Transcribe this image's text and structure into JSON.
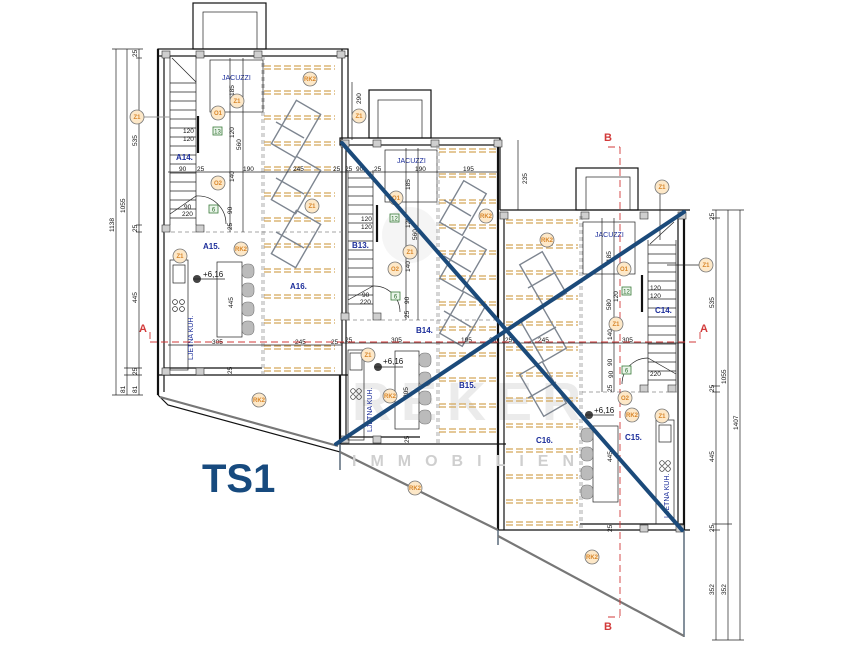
{
  "drawing": {
    "title": "TS1",
    "watermark": {
      "main": "REKER",
      "sub": "IMMOBILIEN"
    },
    "section_labels": {
      "a_left": "A",
      "a_right": "A",
      "b_top": "B",
      "b_bottom": "B"
    },
    "accent_color": "#174a7e",
    "section_color": "#d23a3a"
  },
  "units": {
    "a": {
      "rooms": [
        "A14.",
        "A15.",
        "A16."
      ],
      "jacuzzi": "JACUZZI",
      "kitchen": "LJETNA KUH.",
      "level": "+6,16",
      "stair_counts": [
        "13",
        "6"
      ],
      "dims": {
        "d90": "90",
        "d25a": "25",
        "d190": "190",
        "d245": "245",
        "d25b": "25",
        "d305": "305",
        "d245b": "245",
        "d25c": "25",
        "d185": "185",
        "d120a": "120",
        "d120b": "120",
        "d120c": "120",
        "d560": "560",
        "d140": "140",
        "d90b": "90",
        "d220": "220",
        "d445": "445",
        "d25v1": "25",
        "d25v2": "25",
        "d90v": "90"
      }
    },
    "b": {
      "rooms": [
        "B13.",
        "B14.",
        "B15."
      ],
      "jacuzzi": "JACUZZI",
      "kitchen": "LJETNA KUH.",
      "level": "+6,16",
      "stair_counts": [
        "12",
        "6"
      ],
      "dims": {
        "d25": "25",
        "d90": "90",
        "d25b": "25",
        "d190": "190",
        "d195": "195",
        "d185": "185",
        "d120a": "120",
        "d120b": "120",
        "d120c": "120",
        "d560": "560",
        "d140": "140",
        "d90b": "90",
        "d220": "220",
        "d290": "290",
        "d235": "235",
        "d25c": "25",
        "d305": "305",
        "d195b": "195",
        "d25d": "25",
        "d305v": "305",
        "d25v": "25",
        "d25v2": "25",
        "d90v": "90"
      }
    },
    "c": {
      "rooms": [
        "C14.",
        "C15.",
        "C16."
      ],
      "jacuzzi": "JACUZZI",
      "kitchen": "LJETNA KUH.",
      "level": "+6,16",
      "stair_counts": [
        "12",
        "6"
      ],
      "dims": {
        "d185": "185",
        "d120a": "120",
        "d120b": "120",
        "d120c": "120",
        "d580": "580",
        "d140": "140",
        "d25": "25",
        "d245": "245",
        "d305": "305",
        "d90": "90",
        "d220": "220",
        "d445": "445",
        "d25v": "25",
        "d25v2": "25",
        "d90v": "90"
      }
    }
  },
  "tags": {
    "z1": "Z1",
    "o1": "O1",
    "o2": "O2",
    "rk2": "RK2"
  },
  "left_dims": {
    "outer": "1138",
    "mid": "1055",
    "top25": "25",
    "d535": "535",
    "mid25": "25",
    "d445": "445",
    "bot25": "25",
    "d81a": "81",
    "d81b": "81"
  },
  "right_dims": {
    "top25": "25",
    "d535": "535",
    "d1055": "1055",
    "mid25": "25",
    "d445": "445",
    "d1407": "1407",
    "bot25": "25",
    "d352a": "352",
    "d352b": "352"
  }
}
